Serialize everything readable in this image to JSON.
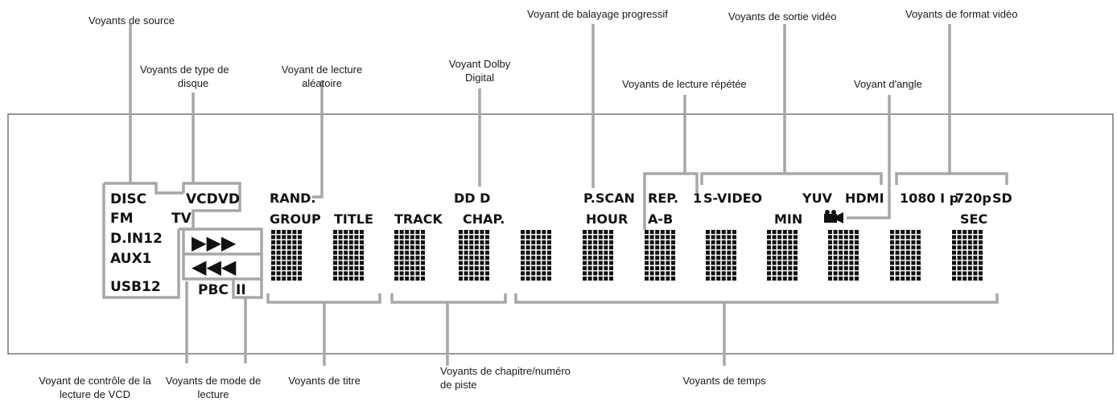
{
  "callouts": {
    "source": "Voyants de source",
    "disc_type": [
      "Voyants de type de",
      "disque"
    ],
    "random": [
      "Voyant de lecture",
      "aléatoire"
    ],
    "dolby": [
      "Voyant Dolby",
      "Digital"
    ],
    "progressive": "Voyant de balayage progressif",
    "repeat": "Voyants de lecture répétée",
    "video_out": "Voyants de sortie vidéo",
    "angle": "Voyant d'angle",
    "video_format": "Voyants de format vidéo",
    "vcd_control": [
      "Voyant de contrôle de la",
      "lecture de VCD"
    ],
    "play_mode": [
      "Voyants de mode de",
      "lecture"
    ],
    "title": "Voyants de titre",
    "chapter": [
      "Voyants de chapitre/numéro",
      "de piste"
    ],
    "time": "Voyants de temps"
  },
  "indicators": {
    "disc": "DISC",
    "vcdvd": "VCDVD",
    "fm": "FM",
    "tv": "TV",
    "din": "D.IN12",
    "aux": "AUX1",
    "usb": "USB12",
    "pbc": "PBC",
    "pause": "II",
    "ffw": "▶▶▶",
    "rew": "◀◀◀",
    "rand": "RAND.",
    "group": "GROUP",
    "title": "TITLE",
    "track": "TRACK",
    "chap": "CHAP.",
    "dolby": "DD D",
    "pscan": "P.SCAN",
    "hour": "HOUR",
    "rep": "REP.",
    "one": "1",
    "ab": "A-B",
    "svideo": "S-VIDEO",
    "yuv": "YUV",
    "hdmi": "HDMI",
    "min": "MIN",
    "sec": "SEC",
    "f1080": "1080 I p",
    "f720": "720p",
    "sd": "SD"
  },
  "colors": {
    "leader": "#a7a7a7",
    "text": "#111111",
    "frame": "#333333"
  },
  "icons": {
    "angle": "camera-icon",
    "dolby": "dolby-double-d-icon"
  }
}
